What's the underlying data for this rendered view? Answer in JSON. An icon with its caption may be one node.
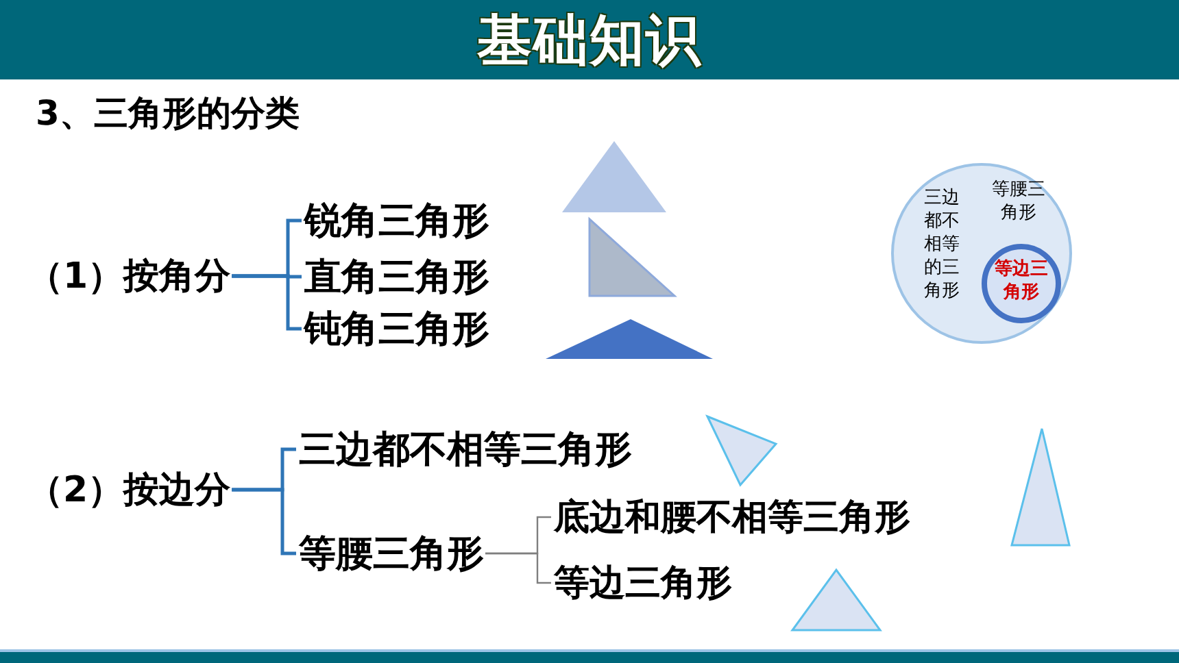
{
  "diagram": {
    "title": "基础知识",
    "nodes": [
      {
        "text": [
          "（1）按角分"
        ]
      },
      {
        "text": [
          "锐角三角形"
        ]
      },
      {
        "text": [
          "直角三角形"
        ]
      },
      {
        "text": [
          "钝角三角形"
        ]
      },
      {
        "text": [
          "（2）按边分"
        ]
      },
      {
        "text": [
          "三边都不相等三角形"
        ]
      },
      {
        "text": [
          "等腰三角形"
        ]
      },
      {
        "text": [
          "底边和腰不相等三角形"
        ]
      },
      {
        "text": [
          "等边三角形"
        ]
      },
      {
        "text": [],
        "shape": "circle"
      },
      {
        "text": [
          "三边都不相等的三角形"
        ],
        "in": 9
      },
      {
        "text": [
          "等腰三角形"
        ],
        "in": 9
      },
      {
        "text": [
          "等边三角形"
        ],
        "in": 9
      }
    ],
    "edges": [
      {
        "from": 0,
        "to": 1,
        "arrow": "none"
      },
      {
        "from": 0,
        "to": 2,
        "arrow": "none"
      },
      {
        "from": 0,
        "to": 3,
        "arrow": "none"
      },
      {
        "from": 4,
        "to": 5,
        "arrow": "none"
      },
      {
        "from": 4,
        "to": 6,
        "arrow": "none"
      },
      {
        "from": 6,
        "to": 7,
        "arrow": "none",
        "color": "#7f7f7f"
      },
      {
        "from": 6,
        "to": 8,
        "arrow": "none",
        "color": "#7f7f7f"
      }
    ],
    "labels": [
      "3、三角形的分类"
    ]
  }
}
